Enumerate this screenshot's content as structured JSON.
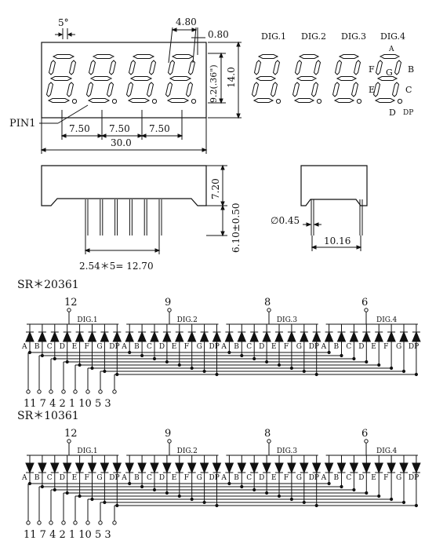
{
  "top": {
    "angle": "5°",
    "seg_width": "4.80",
    "gap": "0.80",
    "digit_height": "9.2(.36\")",
    "body_height": "14.0",
    "pin_label": "PIN1",
    "pitch": [
      "7.50",
      "7.50",
      "7.50"
    ],
    "body_width": "30.0",
    "digit_labels": [
      "DIG.1",
      "DIG.2",
      "DIG.3",
      "DIG.4"
    ],
    "segment_labels": {
      "a": "A",
      "b": "B",
      "c": "C",
      "d": "D",
      "e": "E",
      "f": "F",
      "g": "G",
      "dp": "DP"
    }
  },
  "side": {
    "body_height": "7.20",
    "lead_length": "6.10±0.50",
    "pin_pitch": "2.54＊5= 12.70",
    "lead_dia": "∅0.45",
    "depth": "10.16"
  },
  "schematics": [
    {
      "title": "SR＊20361",
      "commons": [
        "12",
        "9",
        "8",
        "6"
      ],
      "digits": [
        "DIG.1",
        "DIG.2",
        "DIG.3",
        "DIG.4"
      ],
      "segments": [
        "A",
        "B",
        "C",
        "D",
        "E",
        "F",
        "G",
        "DP"
      ],
      "pins": [
        "11",
        "7",
        "4",
        "2",
        "1",
        "10",
        "5",
        "3"
      ]
    },
    {
      "title": "SR＊10361",
      "commons": [
        "12",
        "9",
        "8",
        "6"
      ],
      "digits": [
        "DIG.1",
        "DIG.2",
        "DIG.3",
        "DIG.4"
      ],
      "segments": [
        "A",
        "B",
        "C",
        "D",
        "E",
        "F",
        "G",
        "DP"
      ],
      "pins": [
        "11",
        "7",
        "4",
        "2",
        "1",
        "10",
        "5",
        "3"
      ]
    }
  ]
}
